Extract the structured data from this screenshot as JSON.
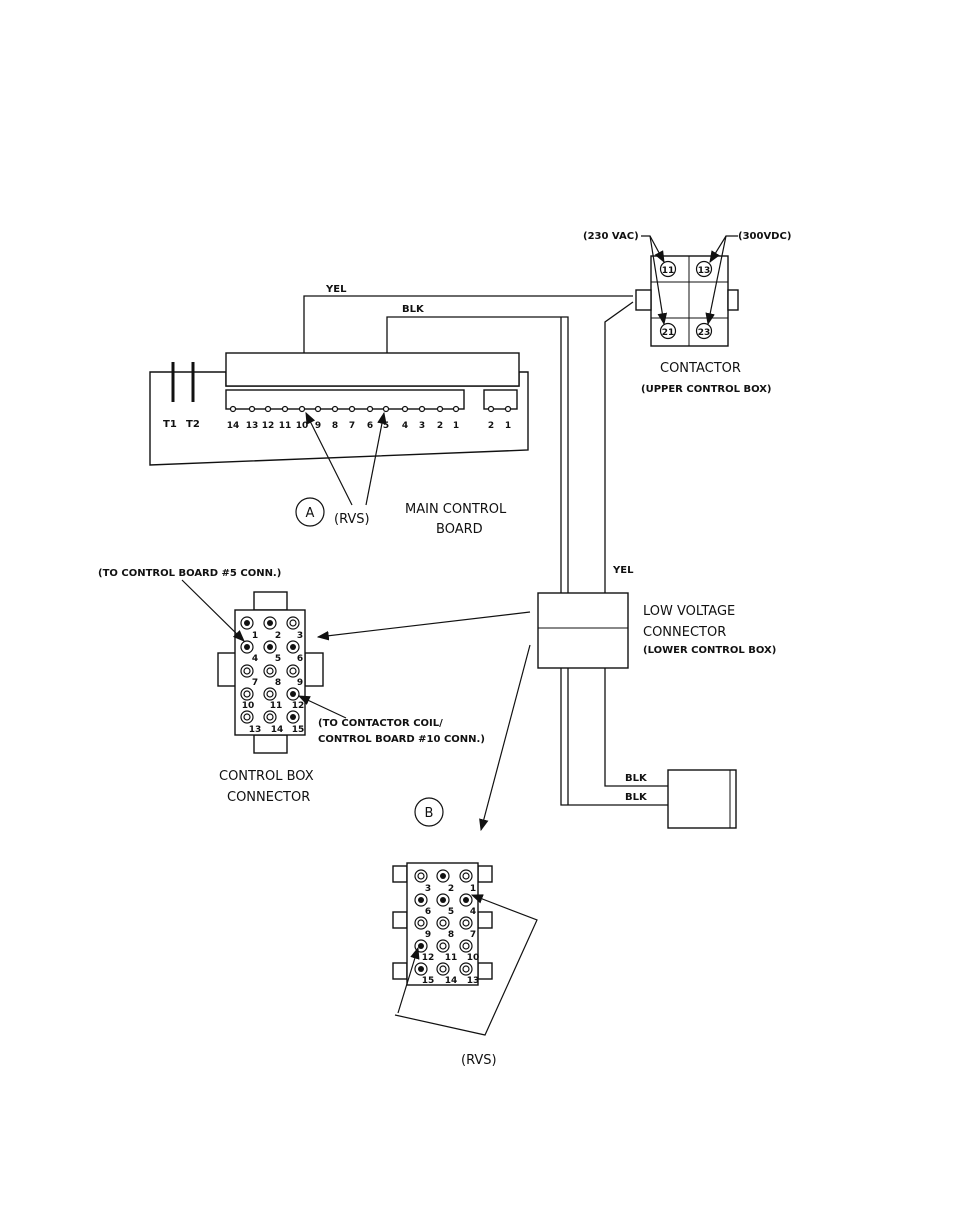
{
  "wires": {
    "yel_top": "YEL",
    "blk_top": "BLK",
    "yel_right": "YEL",
    "blk_1": "BLK",
    "blk_2": "BLK"
  },
  "contactor": {
    "label_230": "(230 VAC)",
    "label_300": "(300VDC)",
    "terminals": [
      "11",
      "13",
      "21",
      "23"
    ],
    "title": "CONTACTOR",
    "subtitle": "(UPPER CONTROL BOX)"
  },
  "main_board": {
    "t1": "T1",
    "t2": "T2",
    "pins_left": [
      "14",
      "13",
      "12",
      "11",
      "10",
      "9",
      "8",
      "7",
      "6",
      "5",
      "4",
      "3",
      "2",
      "1"
    ],
    "pins_right": [
      "2",
      "1"
    ],
    "callout": "A",
    "rvs": "(RVS)",
    "title_line1": "MAIN CONTROL",
    "title_line2": "BOARD"
  },
  "low_voltage": {
    "title_line1": "LOW VOLTAGE",
    "title_line2": "CONNECTOR",
    "subtitle": "(LOWER CONTROL BOX)"
  },
  "control_box": {
    "note_top": "(TO CONTROL BOARD #5 CONN.)",
    "note_coil_line1": "(TO CONTACTOR COIL/",
    "note_coil_line2": "CONTROL BOARD #10 CONN.)",
    "title_line1": "CONTROL BOX",
    "title_line2": "CONNECTOR",
    "pins": [
      "1",
      "2",
      "3",
      "4",
      "5",
      "6",
      "7",
      "8",
      "9",
      "10",
      "11",
      "12",
      "13",
      "14",
      "15"
    ]
  },
  "connector_b": {
    "callout": "B",
    "rvs": "(RVS)",
    "pins": [
      "3",
      "2",
      "1",
      "6",
      "5",
      "4",
      "9",
      "8",
      "7",
      "12",
      "11",
      "10",
      "15",
      "14",
      "13"
    ]
  }
}
